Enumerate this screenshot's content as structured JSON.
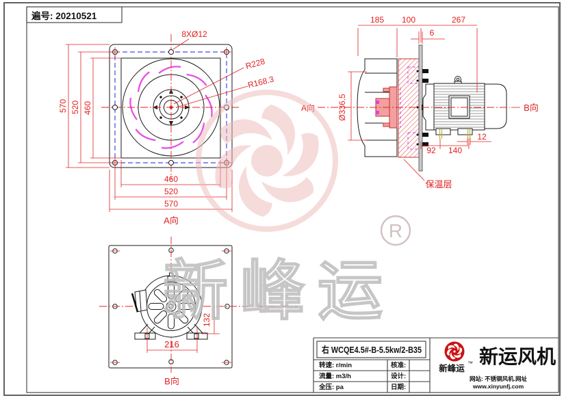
{
  "sheet": {
    "doc_no": "遍号: 20210521"
  },
  "front_view": {
    "dims_left": [
      "570",
      "520",
      "460"
    ],
    "dims_bottom": [
      "460",
      "520",
      "570"
    ],
    "holes_note": "8XØ12",
    "radius_notes": [
      "R228",
      "R168.3"
    ],
    "view_label": "A向"
  },
  "side_view": {
    "dims_top": [
      "185",
      "100",
      "267"
    ],
    "plate_thickness": "6",
    "impeller_dia": "Ø336.5",
    "dims_bottom": [
      "92",
      "140",
      "12"
    ],
    "view_label_left": "A向",
    "view_label_right": "B向",
    "insulation_label": "保温层"
  },
  "rear_view": {
    "dims": [
      "216",
      "132"
    ],
    "view_label": "B向"
  },
  "title_block": {
    "model": "右  WCQE4.5#-B-5.5kw/2-B35",
    "specs": [
      {
        "label": "转速: r/min"
      },
      {
        "label": "流量: m3/h"
      },
      {
        "label": "全压: pa"
      }
    ],
    "approvals": [
      {
        "label": "核准:"
      },
      {
        "label": "设计:"
      },
      {
        "label": "日期:"
      }
    ],
    "brand": "新运风机",
    "brand_sub": "新峰运",
    "trademark": "™",
    "site_line1": "网站: 不锈钢风机.网址",
    "site_line2": "www.xinyunfj.com"
  },
  "watermark": {
    "text": "新峰运",
    "registered": "R"
  },
  "colors": {
    "dimension_red": "#e02020",
    "blade_magenta": "#e040e0",
    "bolt_square_blue": "#4747e8",
    "hub_salmon": "#f2a0a0",
    "hatch_red": "#e05050",
    "logo_red": "#cc1111",
    "watermark_pink": "#efb9b9"
  }
}
